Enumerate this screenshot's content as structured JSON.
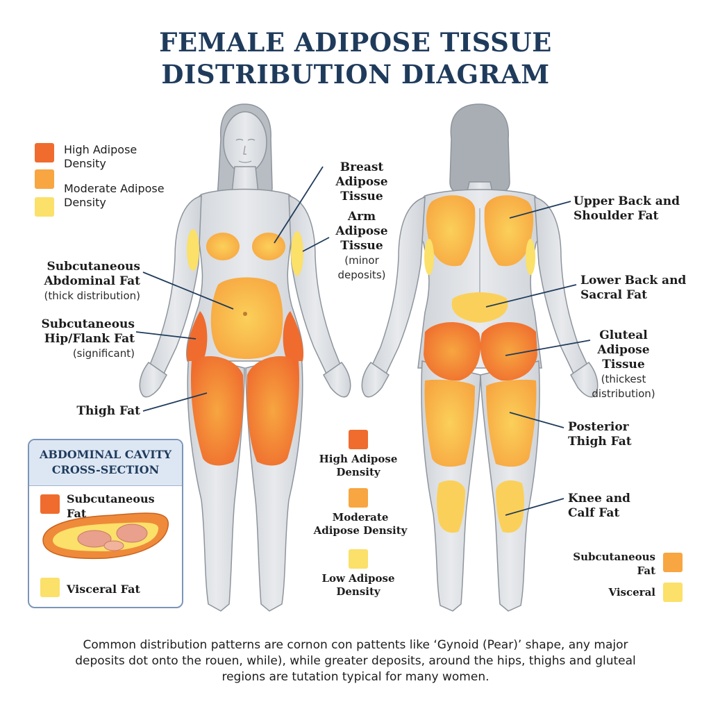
{
  "title": {
    "line1": "FEMALE ADIPOSE TISSUE",
    "line2": "DISTRIBUTION DIAGRAM"
  },
  "colors": {
    "high": "#ef6c2e",
    "moderate": "#f7a641",
    "low": "#fbe06a",
    "skin": "#dcdfe3",
    "title": "#1f3b5c"
  },
  "legend_top": {
    "high_line1": "High Adipose",
    "high_line2": "Density",
    "moderate_line1": "Moderate Adipose",
    "moderate_line2": "Density"
  },
  "front_labels": {
    "breast": [
      "Breast",
      "Adipose",
      "Tissue"
    ],
    "arm": [
      "Arm",
      "Adipose",
      "Tissue"
    ],
    "arm_note": [
      "(minor",
      "deposits)"
    ],
    "abdominal": [
      "Subcutaneous",
      "Abdominal Fat"
    ],
    "abdominal_note": "(thick distribution)",
    "hip": [
      "Subcutaneous",
      "Hip/Flank Fat"
    ],
    "hip_note": "(significant)",
    "thigh": "Thigh Fat"
  },
  "back_labels": {
    "upper_back": [
      "Upper Back and",
      "Shoulder Fat"
    ],
    "lower_back": [
      "Lower Back and",
      "Sacral Fat"
    ],
    "gluteal": [
      "Gluteal",
      "Adipose",
      "Tissue"
    ],
    "gluteal_note": [
      "(thickest",
      "distribution)"
    ],
    "posterior_thigh": [
      "Posterior",
      "Thigh Fat"
    ],
    "knee_calf": [
      "Knee and",
      "Calf Fat"
    ]
  },
  "legend_center": {
    "high": [
      "High Adipose",
      "Density"
    ],
    "moderate": [
      "Moderate",
      "Adipose Density"
    ],
    "low": [
      "Low Adipose",
      "Density"
    ]
  },
  "cross_section": {
    "title_line1": "ABDOMINAL CAVITY",
    "title_line2": "CROSS-SECTION",
    "subcutaneous": [
      "Subcutaneous",
      "Fat"
    ],
    "visceral": "Visceral Fat"
  },
  "legend_right": {
    "subcutaneous": [
      "Subcutaneous",
      "Fat"
    ],
    "visceral": "Visceral"
  },
  "caption": {
    "line1": "Common distribution pattern​s are cornon con pattent​s like ‘Gynoid (Pear)’ shape, any major",
    "line2": "deposits dot onto the rouen, while), while greater deposits, around the hips, thighs and gluteal",
    "line3": "regions are tutation typical for many women."
  }
}
